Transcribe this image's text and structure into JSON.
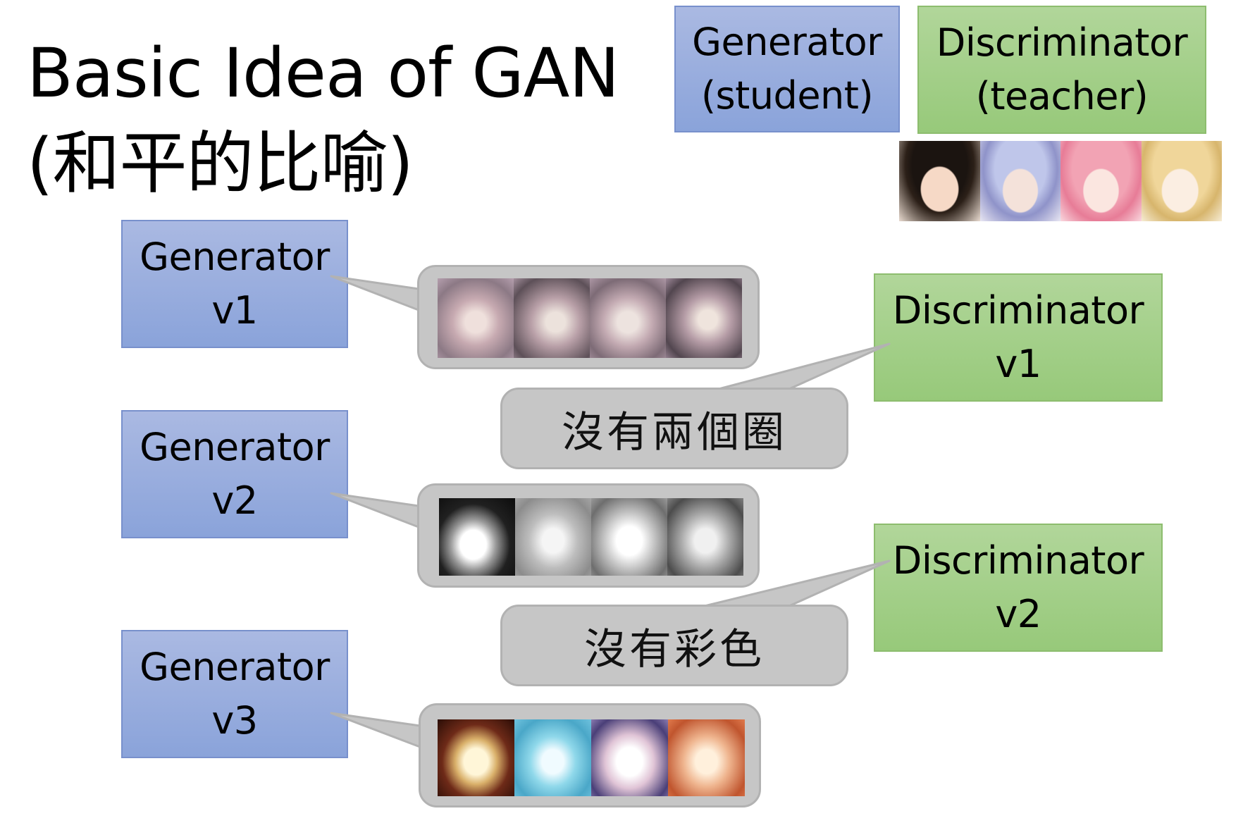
{
  "title": {
    "line1": "Basic Idea of GAN",
    "line2": "(和平的比喻)"
  },
  "legend": {
    "generator": {
      "line1": "Generator",
      "line2": "(student)"
    },
    "discriminator": {
      "line1": "Discriminator",
      "line2": "(teacher)"
    }
  },
  "generators": [
    {
      "line1": "Generator",
      "line2": "v1"
    },
    {
      "line1": "Generator",
      "line2": "v2"
    },
    {
      "line1": "Generator",
      "line2": "v3"
    }
  ],
  "discriminators": [
    {
      "line1": "Discriminator",
      "line2": "v1"
    },
    {
      "line1": "Discriminator",
      "line2": "v2"
    }
  ],
  "critiques": [
    "沒有兩個圈",
    "沒有彩色"
  ],
  "colors": {
    "generator_fill": "#9aaedd",
    "discriminator_fill": "#a4cf88",
    "callout_fill": "#c6c6c6"
  }
}
